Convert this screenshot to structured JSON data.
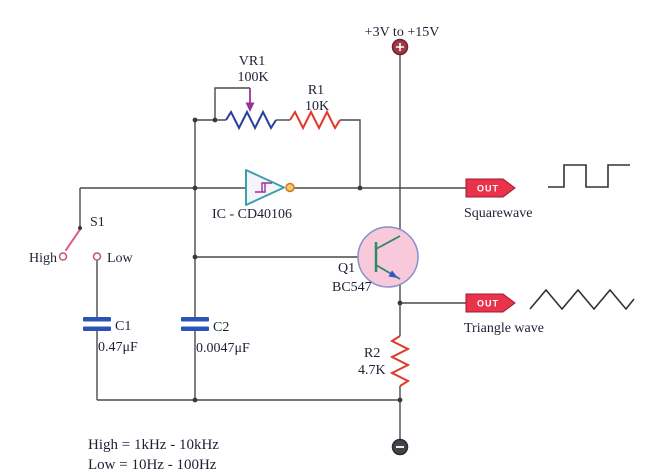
{
  "diagram": {
    "power": {
      "label": "+3V to +15V"
    },
    "components": {
      "vr1": {
        "ref": "VR1",
        "value": "100K"
      },
      "r1": {
        "ref": "R1",
        "value": "10K"
      },
      "r2": {
        "ref": "R2",
        "value": "4.7K"
      },
      "c1": {
        "ref": "C1",
        "value": "0.47μF"
      },
      "c2": {
        "ref": "C2",
        "value": "0.0047μF"
      },
      "q1": {
        "ref": "Q1",
        "value": "BC547"
      },
      "ic": {
        "label": "IC - CD40106"
      },
      "s1": {
        "ref": "S1",
        "high": "High",
        "low": "Low"
      }
    },
    "outputs": {
      "square": {
        "badge": "OUT",
        "label": "Squarewave"
      },
      "triangle": {
        "badge": "OUT",
        "label": "Triangle wave"
      }
    },
    "notes": {
      "high": "High = 1kHz - 10kHz",
      "low": "Low = 10Hz - 100Hz"
    }
  },
  "colors": {
    "background": "#ffffff",
    "wire": "#4a4a4a",
    "text": "#1c2133",
    "resistor": "#e0392a",
    "potentiometer": "#2b3f9e",
    "pot_arrow": "#993399",
    "capacitor": "#2b55b5",
    "inverter": "#3aa0b0",
    "inverter_fill": "#f7f3fb",
    "hysteresis": "#993399",
    "bubble_fill": "#f8c86a",
    "bubble_stroke": "#d07820",
    "transistor_fill": "#f8c9da",
    "transistor_stroke": "#8a90cc",
    "transistor_lines": "#2e8b6a",
    "emitter_arrow": "#3355cc",
    "switch_lever": "#e0607f",
    "switch_contact": "#c05575",
    "out_fill": "#e8334a",
    "out_stroke": "#9b1b2e",
    "out_text": "#ffffff",
    "power_fill": "#a03a4a",
    "power_stroke": "#6e2030",
    "ground_fill": "#43434b",
    "ground_stroke": "#2b2b33",
    "waveform": "#333333",
    "junction": "#3a3a3a"
  }
}
